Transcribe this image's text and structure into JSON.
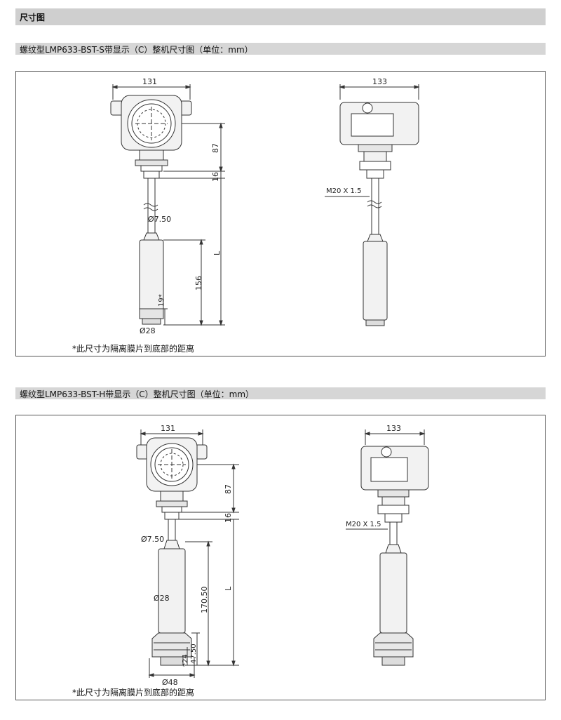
{
  "page": {
    "title": "尺寸图",
    "sections": [
      {
        "heading": "螺纹型LMP633-BST-S带显示（C）整机尺寸图（单位：mm）",
        "note": "*此尺寸为隔离膜片到底部的距离",
        "dims": {
          "width_front": "131",
          "width_side": "133",
          "head_height": "87",
          "thread_height": "16",
          "cable_dia": "Ø7.50",
          "length": "L",
          "probe_length": "156",
          "membrane_offset": "19*",
          "probe_dia": "Ø28",
          "thread_spec": "M20 X 1.5"
        }
      },
      {
        "heading": "螺纹型LMP633-BST-H带显示（C）整机尺寸图（单位：mm）",
        "note": "*此尺寸为隔离膜片到底部的距离",
        "dims": {
          "width_front": "131",
          "width_side": "133",
          "head_height": "87",
          "thread_height": "16",
          "cable_dia": "Ø7.50",
          "length": "L",
          "probe_length": "170.50",
          "probe_dia": "Ø28",
          "membrane_offset": "*24",
          "bottom_height": "47.50",
          "base_dia": "Ø48",
          "thread_spec": "M20 X 1.5"
        }
      }
    ]
  },
  "colors": {
    "bar": "#d6d6d6",
    "line": "#333333",
    "body_fill": "#f2f2f2"
  }
}
